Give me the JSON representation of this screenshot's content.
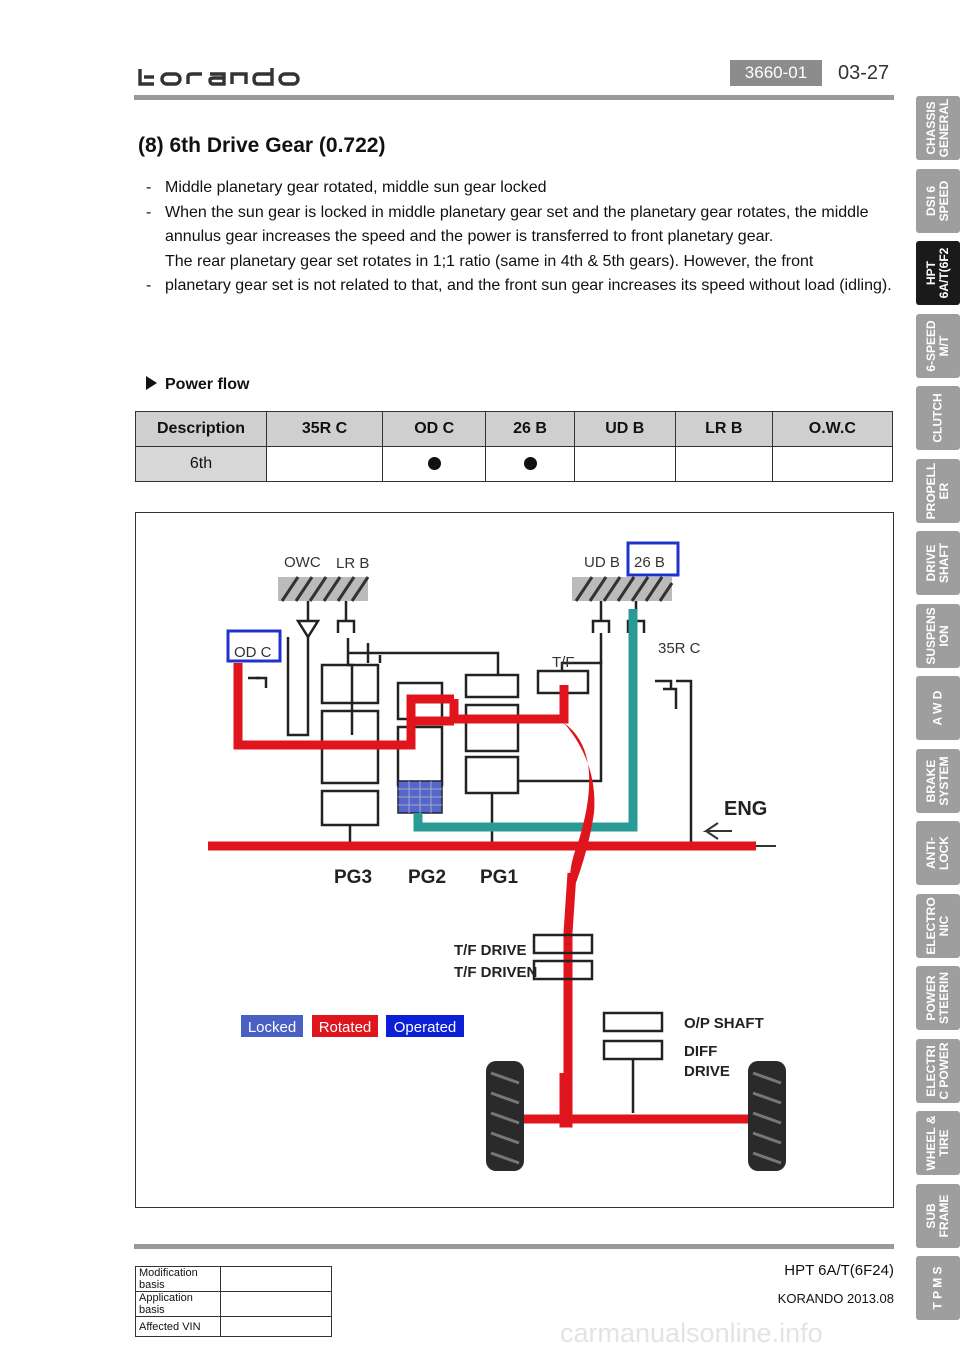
{
  "header": {
    "logo": "korando",
    "code": "3660-01",
    "page_number": "03-27"
  },
  "side_tabs": [
    {
      "label": "CHASSIS\nGENERAL",
      "active": false
    },
    {
      "label": "DSI 6\nSPEED",
      "active": false
    },
    {
      "label": "HPT\n6A/T(6F2",
      "active": true
    },
    {
      "label": "6-SPEED\nM/T",
      "active": false
    },
    {
      "label": "CLUTCH",
      "active": false
    },
    {
      "label": "PROPELL\nER",
      "active": false
    },
    {
      "label": "DRIVE\nSHAFT",
      "active": false
    },
    {
      "label": "SUSPENS\nION",
      "active": false
    },
    {
      "label": "A W D",
      "active": false
    },
    {
      "label": "BRAKE\nSYSTEM",
      "active": false
    },
    {
      "label": "ANTI-\nLOCK",
      "active": false
    },
    {
      "label": "ELECTRO\nNIC",
      "active": false
    },
    {
      "label": "POWER\nSTEERIN",
      "active": false
    },
    {
      "label": "ELECTRI\nC POWER",
      "active": false
    },
    {
      "label": "WHEEL &\nTIRE",
      "active": false
    },
    {
      "label": "SUB\nFRAME",
      "active": false
    },
    {
      "label": "T P M S",
      "active": false
    }
  ],
  "section": {
    "title": "(8) 6th Drive Gear (0.722)",
    "bullets": [
      {
        "marker": "-",
        "text": "Middle planetary gear rotated, middle sun gear locked"
      },
      {
        "marker": "-",
        "text": "When the sun gear is locked in middle planetary gear set and the planetary gear rotates, the middle annulus gear increases the speed and the power is transferred to front planetary gear."
      },
      {
        "marker": "",
        "text": "The rear planetary gear set rotates in 1;1 ratio (same in 4th & 5th gears). However, the front"
      },
      {
        "marker": "-",
        "text": "planetary gear set is not related to that, and the front sun gear increases its speed without load (idling)."
      }
    ],
    "power_flow_label": "Power flow"
  },
  "table": {
    "headers": [
      "Description",
      "35R C",
      "OD C",
      "26 B",
      "UD B",
      "LR B",
      "O.W.C"
    ],
    "rows": [
      {
        "label": "6th",
        "engaged": [
          false,
          true,
          true,
          false,
          false,
          false
        ]
      }
    ]
  },
  "diagram": {
    "labels": {
      "owc": "OWC",
      "lrb": "LR B",
      "udb": "UD B",
      "b26": "26 B",
      "odc": "OD C",
      "tf": "T/F",
      "r35c": "35R C",
      "eng": "ENG",
      "pg3": "PG3",
      "pg2": "PG2",
      "pg1": "PG1",
      "tf_drive": "T/F DRIVE",
      "tf_driven": "T/F DRIVEN",
      "op_shaft": "O/P SHAFT",
      "diff1": "DIFF",
      "diff2": "DRIVE"
    },
    "legend": [
      {
        "label": "Locked",
        "color": "#4a5fc4"
      },
      {
        "label": "Rotated",
        "color": "#e0141c"
      },
      {
        "label": "Operated",
        "color": "#0a1fd6"
      }
    ],
    "colors": {
      "rotated": "#e0141c",
      "locked_path": "#2a9a96",
      "highlight": "#2233cc"
    }
  },
  "footer": {
    "rows": [
      {
        "label": "Modification basis",
        "value": ""
      },
      {
        "label": "Application basis",
        "value": ""
      },
      {
        "label": "Affected VIN",
        "value": ""
      }
    ],
    "doc_title": "HPT 6A/T(6F24)",
    "doc_model": "KORANDO 2013.08",
    "watermark": "carmanualsonline.info"
  }
}
